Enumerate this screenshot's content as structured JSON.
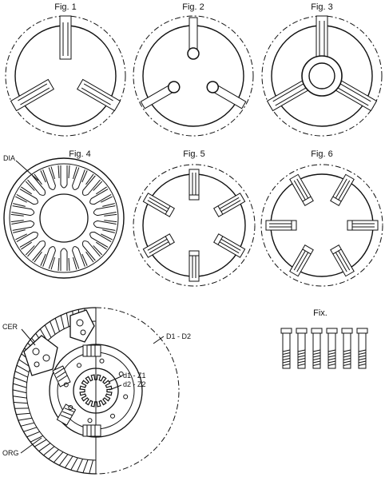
{
  "figures": [
    {
      "label": "Fig. 1"
    },
    {
      "label": "Fig. 2"
    },
    {
      "label": "Fig. 3"
    },
    {
      "label": "Fig. 4"
    },
    {
      "label": "Fig. 5"
    },
    {
      "label": "Fig. 6"
    }
  ],
  "callouts": {
    "dia": "DIA",
    "cer": "CER",
    "org": "ORG",
    "d1d2": "D1 - D2",
    "d1z1": "d1 - Z1",
    "d2z2": "d2 - Z2",
    "fix": "Fix."
  },
  "colors": {
    "ink": "#111111",
    "background": "#ffffff"
  }
}
